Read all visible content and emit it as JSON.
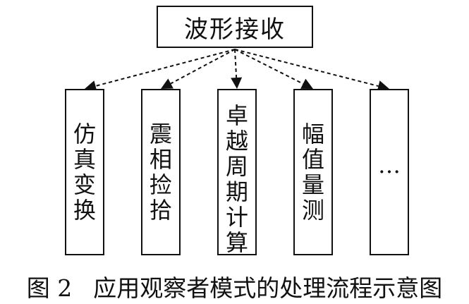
{
  "diagram": {
    "root": "波形接收",
    "children": [
      "仿真变换",
      "震相捡拾",
      "卓越周期计算",
      "幅值量测",
      "…"
    ],
    "edge_style": "dashed-arrow",
    "line_color": "#111111"
  },
  "caption": {
    "figure": "图 2",
    "title": "应用观察者模式的处理流程示意图"
  }
}
